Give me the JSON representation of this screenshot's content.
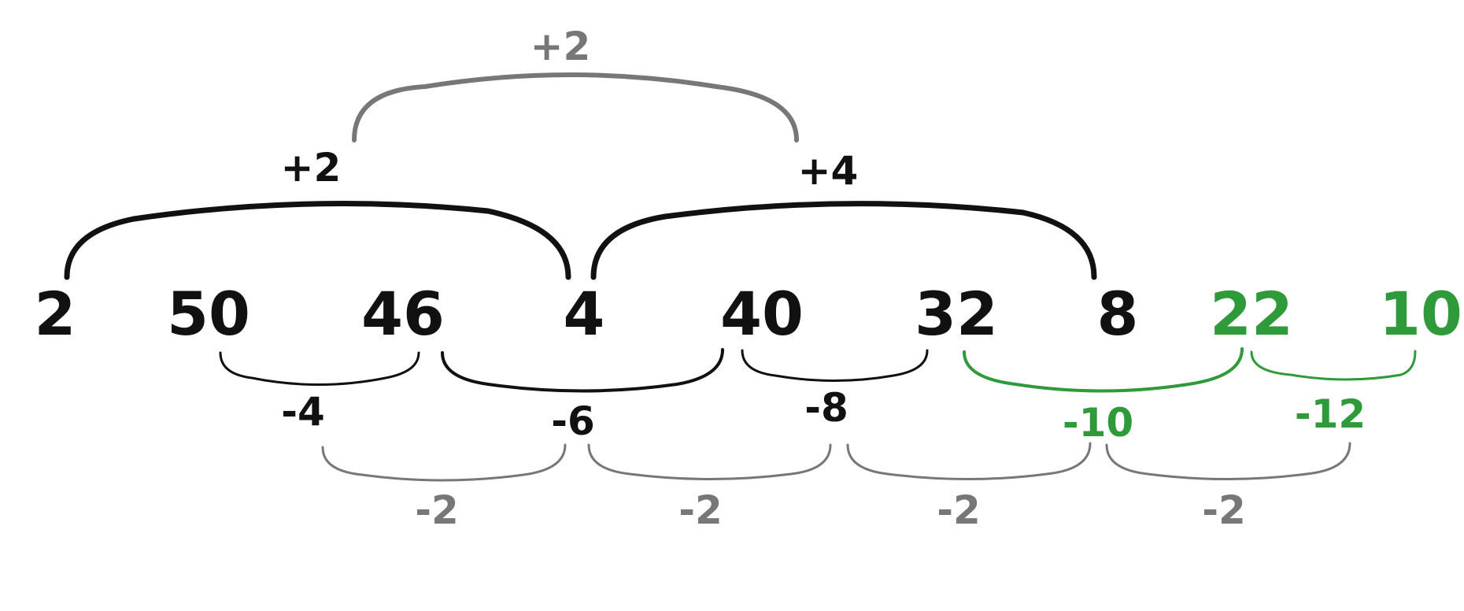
{
  "colors": {
    "black": "#111111",
    "gray": "#777777",
    "green": "#2e9a3a"
  },
  "sequence": [
    {
      "value": "2",
      "color": "black"
    },
    {
      "value": "50",
      "color": "black"
    },
    {
      "value": "46",
      "color": "black"
    },
    {
      "value": "4",
      "color": "black"
    },
    {
      "value": "40",
      "color": "black"
    },
    {
      "value": "32",
      "color": "black"
    },
    {
      "value": "8",
      "color": "black"
    },
    {
      "value": "22",
      "color": "green"
    },
    {
      "value": "10",
      "color": "green"
    }
  ],
  "upper_differences": [
    {
      "label": "+2",
      "from": 0,
      "to": 3,
      "color": "black"
    },
    {
      "label": "+4",
      "from": 3,
      "to": 6,
      "color": "black"
    }
  ],
  "upper_second_difference": {
    "label": "+2",
    "color": "gray"
  },
  "lower_differences": [
    {
      "label": "-4",
      "from": 1,
      "to": 2,
      "color": "black"
    },
    {
      "label": "-6",
      "from": 2,
      "to": 4,
      "color": "black"
    },
    {
      "label": "-8",
      "from": 4,
      "to": 5,
      "color": "black"
    },
    {
      "label": "-10",
      "from": 5,
      "to": 7,
      "color": "green"
    },
    {
      "label": "-12",
      "from": 7,
      "to": 8,
      "color": "green"
    }
  ],
  "lower_second_differences": [
    {
      "label": "-2",
      "color": "gray"
    },
    {
      "label": "-2",
      "color": "gray"
    },
    {
      "label": "-2",
      "color": "gray"
    },
    {
      "label": "-2",
      "color": "gray"
    }
  ]
}
